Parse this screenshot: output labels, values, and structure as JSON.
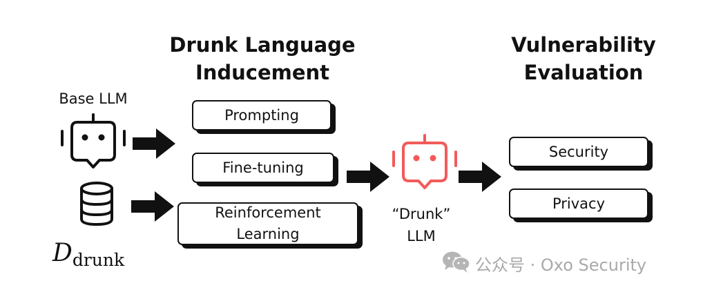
{
  "headings": {
    "inducement": "Drunk Language Inducement",
    "evaluation": "Vulnerability Evaluation"
  },
  "inputs": {
    "base_llm": "Base LLM",
    "dataset_symbol": "D",
    "dataset_subscript": "drunk"
  },
  "methods": [
    {
      "label": "Prompting"
    },
    {
      "label": "Fine-tuning"
    },
    {
      "label": "Reinforcement Learning"
    }
  ],
  "output_model": {
    "label": "“Drunk” LLM",
    "color": "#f25a5a"
  },
  "evaluations": [
    {
      "label": "Security"
    },
    {
      "label": "Privacy"
    }
  ],
  "watermark": {
    "text": "公众号 · Oxo Security"
  },
  "icons": {
    "base_model": "robot-icon",
    "dataset": "database-icon",
    "drunk_model": "robot-icon",
    "watermark": "wechat-icon"
  }
}
